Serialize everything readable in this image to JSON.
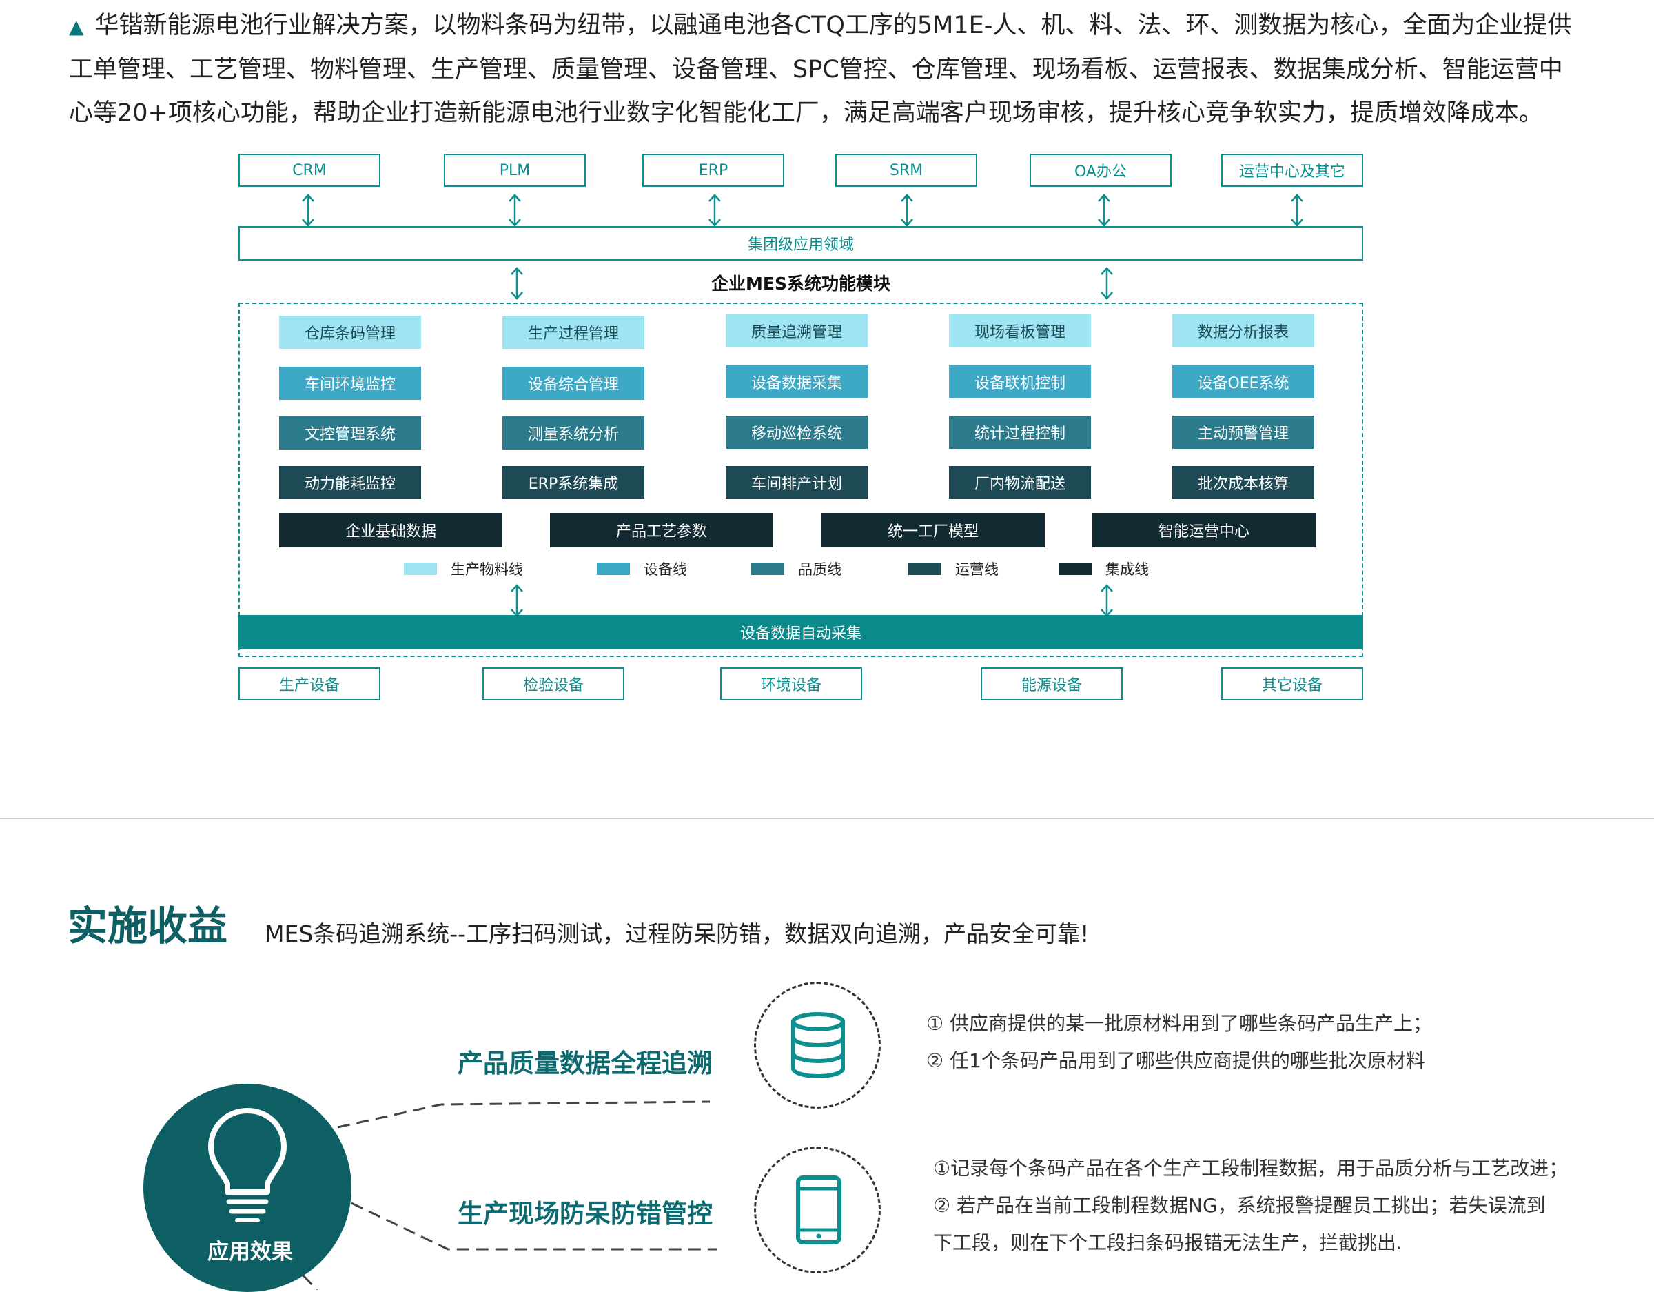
{
  "intro": {
    "marker": "▲",
    "text": "华锴新能源电池行业解决方案，以物料条码为纽带，以融通电池各CTQ工序的5M1E-人、机、料、法、环、测数据为核心，全面为企业提供工单管理、工艺管理、物料管理、生产管理、质量管理、设备管理、SPC管控、仓库管理、现场看板、运营报表、数据集成分析、智能运营中心等20+项核心功能，帮助企业打造新能源电池行业数字化智能化工厂，满足高端客户现场审核，提升核心竞争软实力，提质增效降成本。"
  },
  "diagram": {
    "top_systems": [
      "CRM",
      "PLM",
      "ERP",
      "SRM",
      "OA办公",
      "运营中心及其它"
    ],
    "group_layer": "集团级应用领域",
    "mes_title": "企业MES系统功能模块",
    "module_rows": [
      [
        "仓库条码管理",
        "生产过程管理",
        "质量追溯管理",
        "现场看板管理",
        "数据分析报表"
      ],
      [
        "车间环境监控",
        "设备综合管理",
        "设备数据采集",
        "设备联机控制",
        "设备OEE系统"
      ],
      [
        "文控管理系统",
        "测量系统分析",
        "移动巡检系统",
        "统计过程控制",
        "主动预警管理"
      ],
      [
        "动力能耗监控",
        "ERP系统集成",
        "车间排产计划",
        "厂内物流配送",
        "批次成本核算"
      ]
    ],
    "foundation": [
      "企业基础数据",
      "产品工艺参数",
      "统一工厂模型",
      "智能运营中心"
    ],
    "legend": [
      {
        "label": "生产物料线",
        "color": "#9fe4f2"
      },
      {
        "label": "设备线",
        "color": "#3ea9c6"
      },
      {
        "label": "品质线",
        "color": "#2c7b8c"
      },
      {
        "label": "运营线",
        "color": "#1e4a55"
      },
      {
        "label": "集成线",
        "color": "#122a31"
      }
    ],
    "collect_layer": "设备数据自动采集",
    "bottom_devices": [
      "生产设备",
      "检验设备",
      "环境设备",
      "能源设备",
      "其它设备"
    ]
  },
  "benefits": {
    "title": "实施收益",
    "subtitle": "MES条码追溯系统--工序扫码测试，过程防呆防错，数据双向追溯，产品安全可靠!",
    "center_label": "应用效果",
    "items": [
      {
        "title": "产品质量数据全程追溯",
        "icon": "database-icon",
        "lines": [
          "① 供应商提供的某一批原材料用到了哪些条码产品生产上；",
          "② 任1个条码产品用到了哪些供应商提供的哪些批次原材料"
        ]
      },
      {
        "title": "生产现场防呆防错管控",
        "icon": "tablet-icon",
        "lines": [
          "①记录每个条码产品在各个生产工段制程数据，用于品质分析与工艺改进；",
          "② 若产品在当前工段制程数据NG，系统报警提醒员工挑出；若失误流到",
          "下工段，则在下个工段扫条码报错无法生产，拦截挑出."
        ]
      }
    ]
  },
  "colors": {
    "accent": "#0e8f8f",
    "dark_teal": "#0d5f63",
    "circle": "#0d5f63"
  }
}
